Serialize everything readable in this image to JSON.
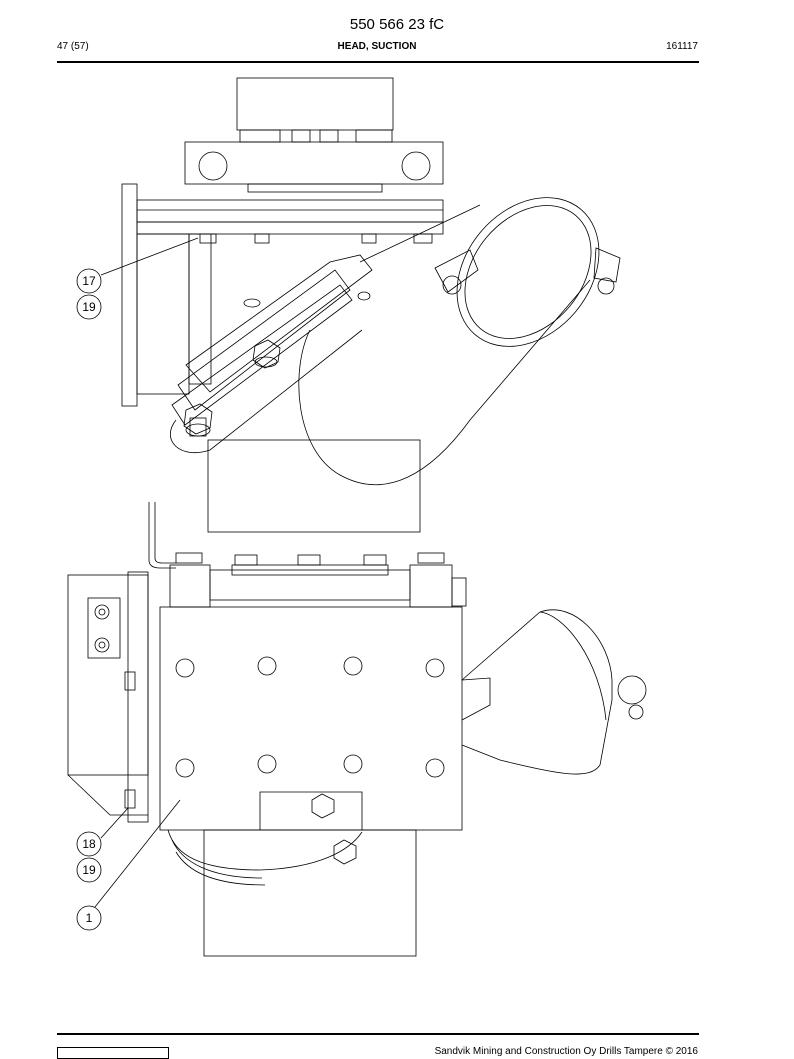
{
  "header": {
    "doc_number": "550 566 23 fC",
    "page": "47 (57)",
    "section": "HEAD, SUCTION",
    "date": "161117"
  },
  "callouts": {
    "c17": "17",
    "c19a": "19",
    "c18": "18",
    "c19b": "19",
    "c1": "1"
  },
  "footer": {
    "copyright": "Sandvik Mining and Construction Oy Drills Tampere © 2016"
  }
}
